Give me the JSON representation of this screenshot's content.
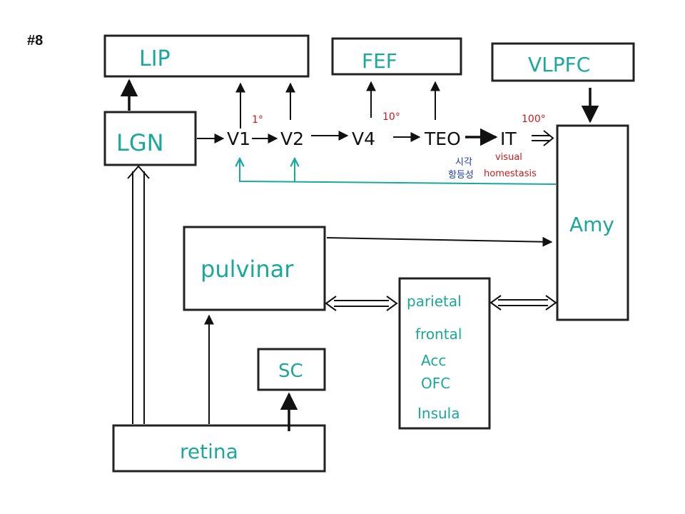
{
  "slide_number": "#8",
  "colors": {
    "teal": "#1aa89a",
    "black": "#111111",
    "red": "#cc1a1a",
    "blue": "#1a3aa8"
  },
  "boxes": {
    "lip": "LIP",
    "fef": "FEF",
    "vlpfc": "VLPFC",
    "lgn": "LGN",
    "amy": "Amy",
    "pulvinar": "pulvinar",
    "sc": "SC",
    "retina": "retina",
    "cortex_list": [
      "parietal",
      "frontal",
      "Acc",
      "OFC",
      "Insula"
    ]
  },
  "stream": {
    "nodes": [
      "V1",
      "V2",
      "V4",
      "TEO",
      "IT"
    ],
    "receptive_fields": [
      "1°",
      "10°",
      "100°"
    ]
  },
  "annotations": {
    "korean_line1": "시각",
    "korean_line2": "항등성",
    "visual_line1": "visual",
    "visual_line2": "homestasis"
  }
}
